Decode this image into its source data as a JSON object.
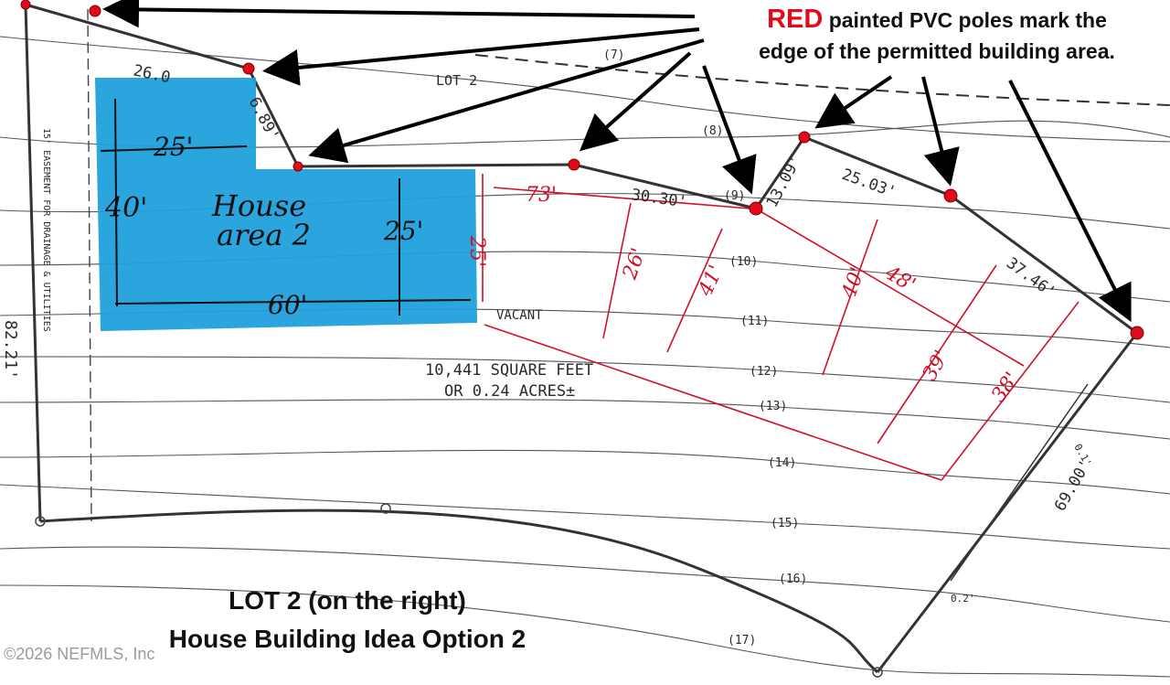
{
  "callout": {
    "red_word": "RED",
    "line1_rest": "painted PVC poles mark the",
    "line2": "edge of the permitted building area."
  },
  "caption": {
    "line1": "LOT 2 (on the right)",
    "line2": "House Building Idea Option 2"
  },
  "copyright": "©2026 NEFMLS, Inc",
  "plat": {
    "lot_label": "LOT 2",
    "vacant_label": "VACANT",
    "area_line1": "10,441 SQUARE FEET",
    "area_line2": "OR 0.24 ACRES±",
    "easement": "15' EASEMENT FOR DRAINAGE & UTILITIES",
    "boundary_dims": [
      "26.0",
      "6.89'",
      "30.30'",
      "13.09'",
      "25.03'",
      "37.46'",
      "82.21'",
      "69.00'",
      "0.1'",
      "0.2'"
    ],
    "contours": [
      "(7)",
      "(8)",
      "(9)",
      "(10)",
      "(11)",
      "(12)",
      "(13)",
      "(14)",
      "(15)",
      "(16)",
      "(17)"
    ]
  },
  "house_area": {
    "label_line1": "House",
    "label_line2": "area 2",
    "dim_top": "25'",
    "dim_left": "40'",
    "dim_right": "25'",
    "dim_bottom": "60'"
  },
  "red_dims": [
    "73'",
    "25'",
    "26'",
    "41'",
    "40'",
    "48'",
    "39'",
    "38'"
  ],
  "colors": {
    "pole_red": "#e3091a",
    "house_blue": "#1fa0dc",
    "dimension_red": "#d0102a",
    "plat_line": "#333333"
  }
}
